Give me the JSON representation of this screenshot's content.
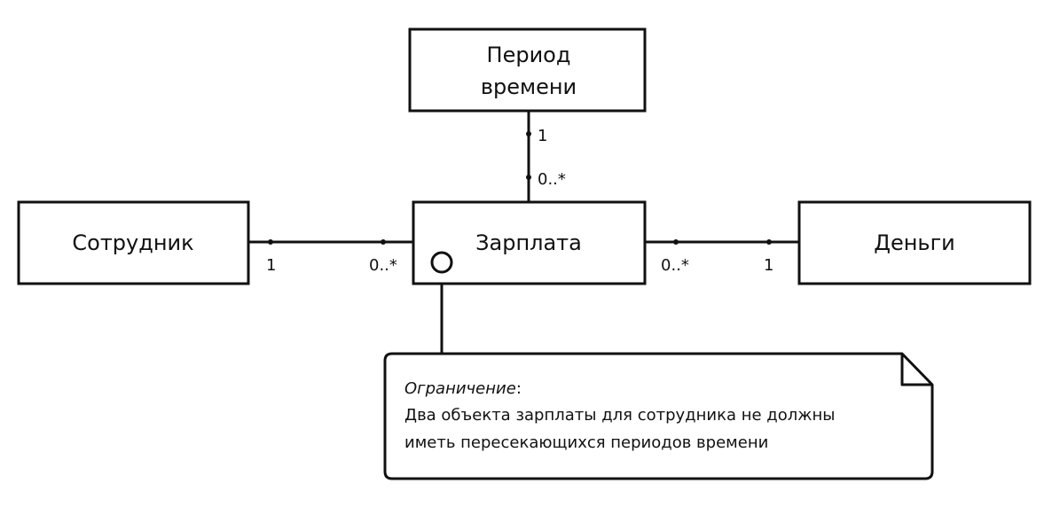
{
  "diagram": {
    "classes": {
      "period": {
        "line1": "Период",
        "line2": "времени"
      },
      "employee": "Сотрудник",
      "salary": "Зарплата",
      "money": "Деньги"
    },
    "associations": {
      "period_salary": {
        "period_end": "1",
        "salary_end": "0..*"
      },
      "employee_salary": {
        "employee_end": "1",
        "salary_end": "0..*"
      },
      "salary_money": {
        "salary_end": "0..*",
        "money_end": "1"
      }
    },
    "note": {
      "title": "Ограничение",
      "title_suffix": ":",
      "line1": "Два объекта зарплаты для сотрудника не должны",
      "line2": "иметь пересекающихся периодов времени"
    }
  }
}
